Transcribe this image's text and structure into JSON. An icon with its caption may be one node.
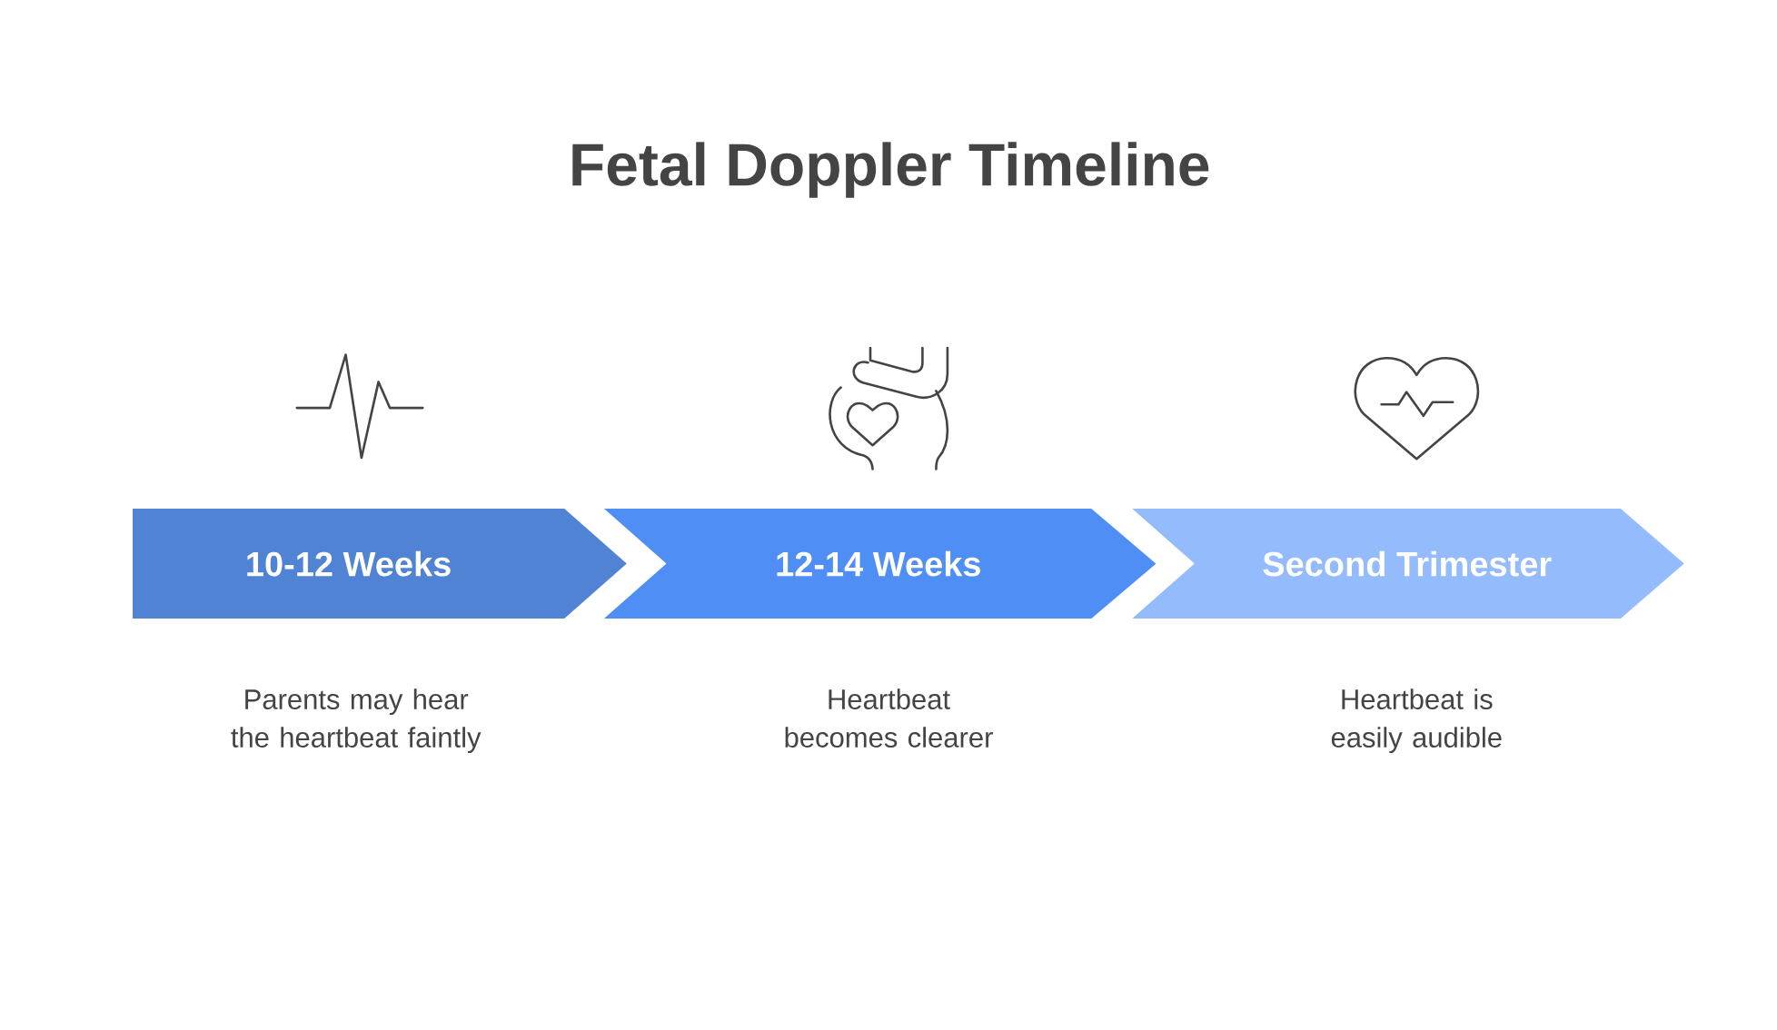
{
  "diagram": {
    "title": "Fetal Doppler Timeline",
    "nodes": [
      {
        "text": [
          "10-12 Weeks"
        ],
        "beside": [
          "Parents may hear the heartbeat faintly"
        ]
      },
      {
        "text": [
          "12-14 Weeks"
        ],
        "beside": [
          "Heartbeat becomes clearer"
        ]
      },
      {
        "text": [
          "Second Trimester"
        ],
        "beside": [
          "Heartbeat is easily audible"
        ]
      }
    ]
  }
}
